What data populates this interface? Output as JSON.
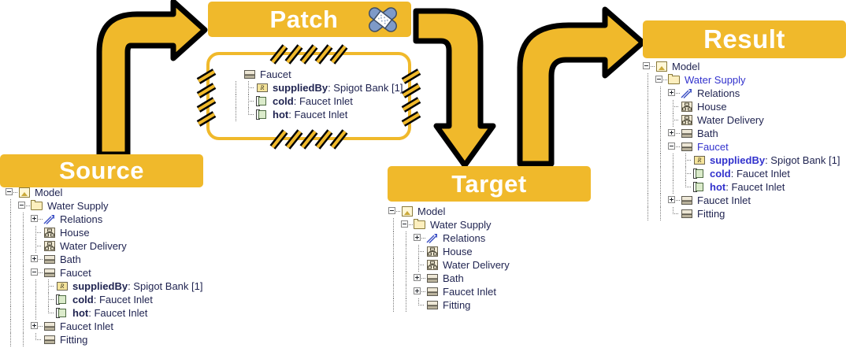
{
  "colors": {
    "banner_bg": "#F0B92B",
    "banner_text": "#FFFFFF",
    "tree_text": "#1F2350",
    "highlight_text": "#3232CD",
    "arrow_fill": "#F0B92B",
    "arrow_outline": "#000000",
    "patch_border": "#F0B92B",
    "bandage": "#7E9AC8"
  },
  "banners": {
    "source": "Source",
    "patch": "Patch",
    "target": "Target",
    "result": "Result",
    "patch_icon": "bandage-icon"
  },
  "arrows": [
    {
      "name": "arrow-source-to-patch",
      "from": "Source",
      "to": "Patch",
      "direction": "up-right"
    },
    {
      "name": "arrow-patch-to-target",
      "from": "Patch",
      "to": "Target",
      "direction": "down"
    },
    {
      "name": "arrow-target-to-result",
      "from": "Target",
      "to": "Result",
      "direction": "up-right"
    }
  ],
  "trees": {
    "source": [
      {
        "depth": 0,
        "expander": "minus",
        "icon": "model-icon",
        "label": "Model",
        "style": "plain"
      },
      {
        "depth": 1,
        "expander": "minus",
        "icon": "folder-icon",
        "label": "Water Supply",
        "style": "plain"
      },
      {
        "depth": 2,
        "expander": "plus",
        "icon": "relations-icon",
        "label": "Relations",
        "style": "plain"
      },
      {
        "depth": 2,
        "expander": "leaf",
        "icon": "hierarchy-icon",
        "label": "House",
        "style": "plain"
      },
      {
        "depth": 2,
        "expander": "leaf",
        "icon": "hierarchy-icon",
        "label": "Water Delivery",
        "style": "plain"
      },
      {
        "depth": 2,
        "expander": "plus",
        "icon": "block-icon",
        "label": "Bath",
        "style": "plain"
      },
      {
        "depth": 2,
        "expander": "minus",
        "icon": "block-icon",
        "label": "Faucet",
        "style": "plain"
      },
      {
        "depth": 3,
        "expander": "leaf",
        "icon": "reference-icon",
        "label": "suppliedBy",
        "suffix": " : Spigot Bank [1]",
        "style": "bold"
      },
      {
        "depth": 3,
        "expander": "leaf",
        "icon": "port-icon",
        "label": "cold",
        "suffix": " : Faucet Inlet",
        "style": "bold"
      },
      {
        "depth": 3,
        "expander": "last",
        "icon": "port-icon",
        "label": "hot",
        "suffix": " : Faucet Inlet",
        "style": "bold"
      },
      {
        "depth": 2,
        "expander": "plus",
        "icon": "block-icon",
        "label": "Faucet Inlet",
        "style": "plain"
      },
      {
        "depth": 2,
        "expander": "last",
        "icon": "block-icon",
        "label": "Fitting",
        "style": "plain"
      }
    ],
    "patch": [
      {
        "depth": 0,
        "expander": "none",
        "icon": "block-icon",
        "label": "Faucet",
        "style": "plain"
      },
      {
        "depth": 1,
        "expander": "leaf",
        "icon": "reference-icon",
        "label": "suppliedBy",
        "suffix": " : Spigot Bank [1]",
        "style": "bold"
      },
      {
        "depth": 1,
        "expander": "leaf",
        "icon": "port-icon",
        "label": "cold",
        "suffix": " : Faucet Inlet",
        "style": "bold"
      },
      {
        "depth": 1,
        "expander": "last",
        "icon": "port-icon",
        "label": "hot",
        "suffix": " : Faucet Inlet",
        "style": "bold"
      }
    ],
    "target": [
      {
        "depth": 0,
        "expander": "minus",
        "icon": "model-icon",
        "label": "Model",
        "style": "plain"
      },
      {
        "depth": 1,
        "expander": "minus",
        "icon": "folder-icon",
        "label": "Water Supply",
        "style": "plain"
      },
      {
        "depth": 2,
        "expander": "plus",
        "icon": "relations-icon",
        "label": "Relations",
        "style": "plain"
      },
      {
        "depth": 2,
        "expander": "leaf",
        "icon": "hierarchy-icon",
        "label": "House",
        "style": "plain"
      },
      {
        "depth": 2,
        "expander": "leaf",
        "icon": "hierarchy-icon",
        "label": "Water Delivery",
        "style": "plain"
      },
      {
        "depth": 2,
        "expander": "plus",
        "icon": "block-icon",
        "label": "Bath",
        "style": "plain"
      },
      {
        "depth": 2,
        "expander": "plus",
        "icon": "block-icon",
        "label": "Faucet Inlet",
        "style": "plain"
      },
      {
        "depth": 2,
        "expander": "last",
        "icon": "block-icon",
        "label": "Fitting",
        "style": "plain"
      }
    ],
    "result": [
      {
        "depth": 0,
        "expander": "minus",
        "icon": "model-icon",
        "label": "Model",
        "style": "plain"
      },
      {
        "depth": 1,
        "expander": "minus",
        "icon": "folder-icon",
        "label": "Water Supply",
        "style": "blue"
      },
      {
        "depth": 2,
        "expander": "plus",
        "icon": "relations-icon",
        "label": "Relations",
        "style": "plain"
      },
      {
        "depth": 2,
        "expander": "leaf",
        "icon": "hierarchy-icon",
        "label": "House",
        "style": "plain"
      },
      {
        "depth": 2,
        "expander": "leaf",
        "icon": "hierarchy-icon",
        "label": "Water Delivery",
        "style": "plain"
      },
      {
        "depth": 2,
        "expander": "plus",
        "icon": "block-icon",
        "label": "Bath",
        "style": "plain"
      },
      {
        "depth": 2,
        "expander": "minus",
        "icon": "block-icon",
        "label": "Faucet",
        "style": "blue"
      },
      {
        "depth": 3,
        "expander": "leaf",
        "icon": "reference-icon",
        "label": "suppliedBy",
        "suffix": " : Spigot Bank [1]",
        "style": "boldblue"
      },
      {
        "depth": 3,
        "expander": "leaf",
        "icon": "port-icon",
        "label": "cold",
        "suffix": " : Faucet Inlet",
        "style": "boldblue"
      },
      {
        "depth": 3,
        "expander": "last",
        "icon": "port-icon",
        "label": "hot",
        "suffix": " : Faucet Inlet",
        "style": "boldblue"
      },
      {
        "depth": 2,
        "expander": "plus",
        "icon": "block-icon",
        "label": "Faucet Inlet",
        "style": "plain"
      },
      {
        "depth": 2,
        "expander": "last",
        "icon": "block-icon",
        "label": "Fitting",
        "style": "plain"
      }
    ]
  }
}
